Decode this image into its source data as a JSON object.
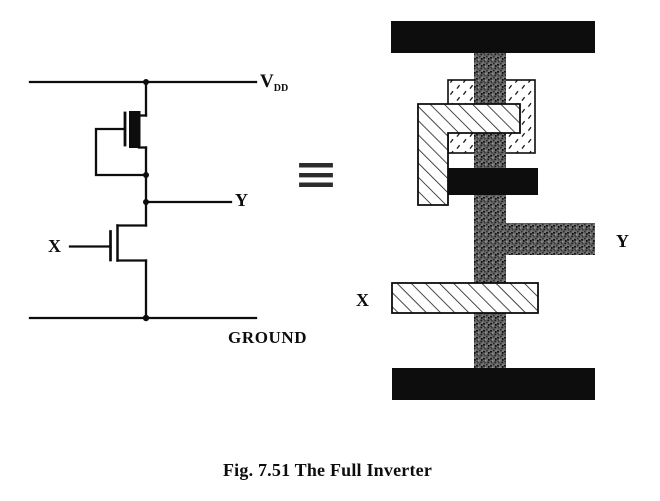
{
  "page": {
    "background": "#ffffff",
    "ink": "#0d0d0d",
    "diffusion_gray": "#6b6b6b"
  },
  "caption": "Fig. 7.51 The Full Inverter",
  "equivalence_symbol": "≡",
  "schematic": {
    "labels": {
      "supply": "V",
      "supply_subscript": "DD",
      "output": "Y",
      "input": "X",
      "ground": "GROUND"
    }
  },
  "layout": {
    "labels": {
      "input": "X",
      "output": "Y"
    }
  }
}
